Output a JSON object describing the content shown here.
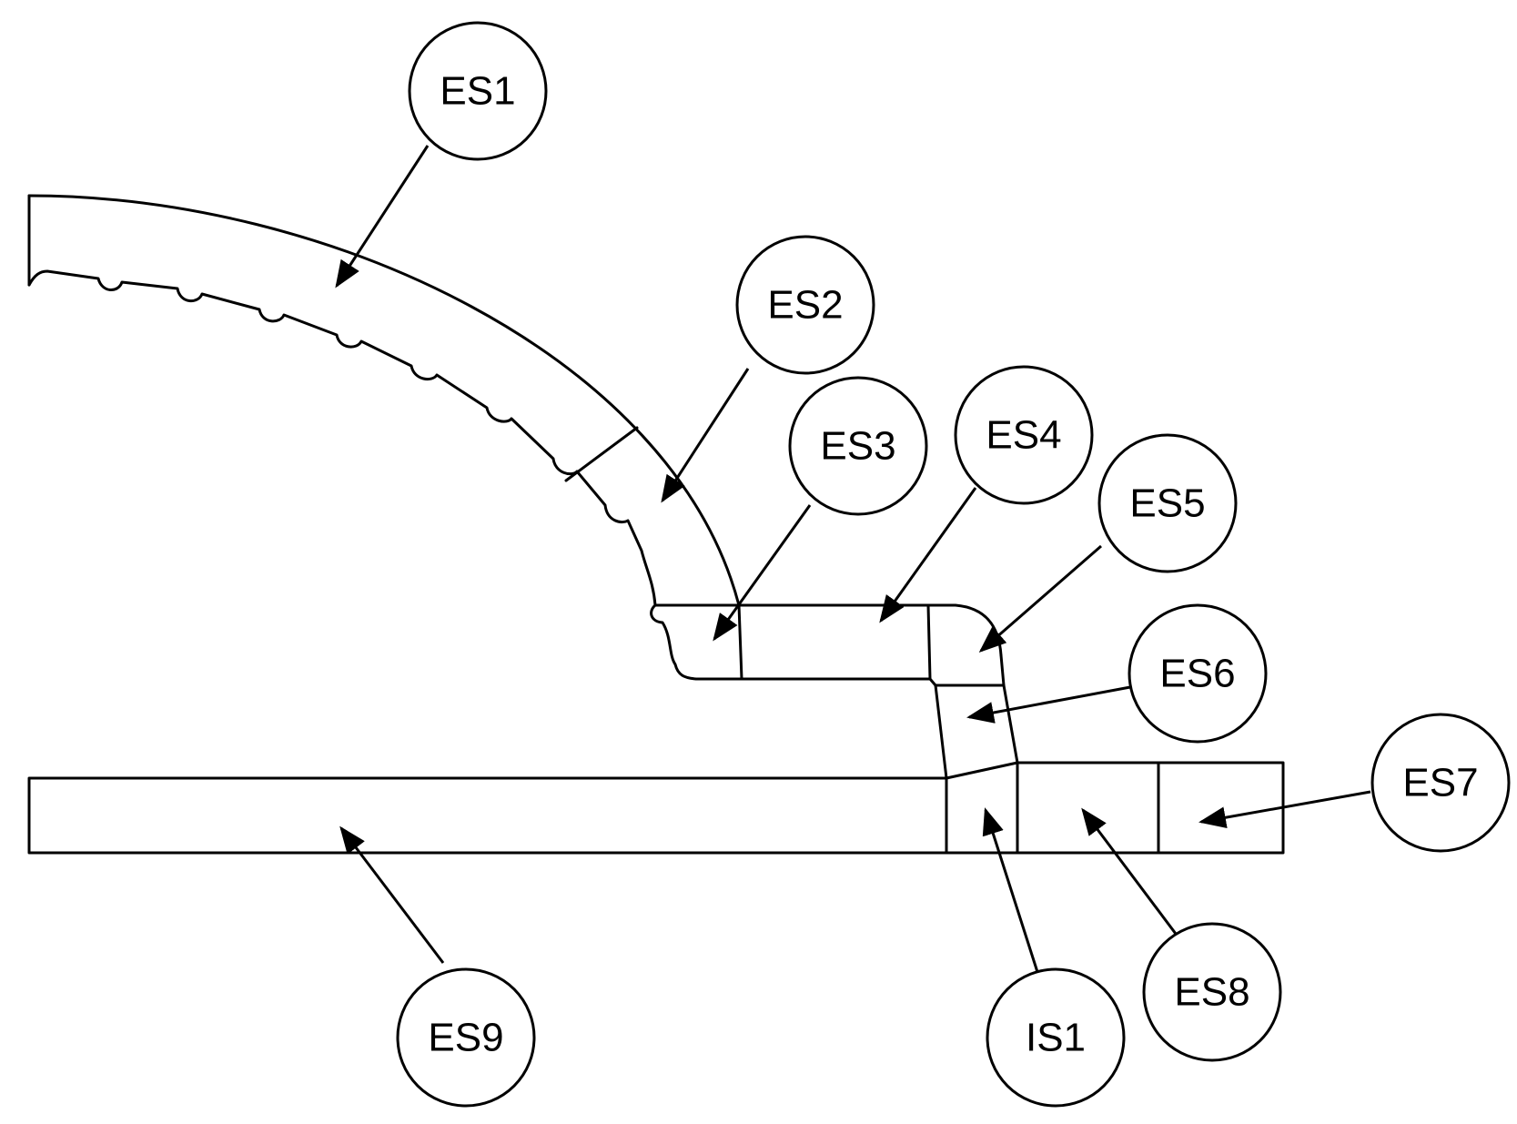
{
  "labels": {
    "es1": "ES1",
    "es2": "ES2",
    "es3": "ES3",
    "es4": "ES4",
    "es5": "ES5",
    "es6": "ES6",
    "es7": "ES7",
    "es8": "ES8",
    "es9": "ES9",
    "is1": "IS1"
  },
  "colors": {
    "line": "#000000",
    "background": "#ffffff"
  }
}
